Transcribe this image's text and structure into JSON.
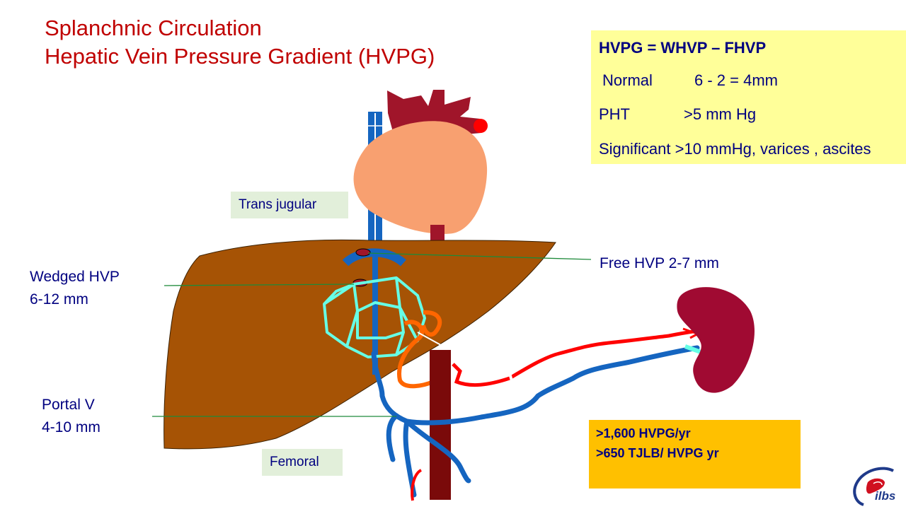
{
  "title": {
    "line1": "Splanchnic Circulation",
    "line2": "Hepatic Vein Pressure Gradient (HVPG)"
  },
  "info_box": {
    "formula": "HVPG =  WHVP – FHVP",
    "normal_label": "Normal",
    "normal_value": "6 - 2 = 4mm",
    "pht_label": "PHT",
    "pht_value": ">5 mm Hg",
    "significant": "Significant >10 mmHg, varices , ascites"
  },
  "labels": {
    "trans_jugular": "Trans jugular",
    "free_hvp": "Free HVP 2-7 mm",
    "wedged_hvp_line1": "Wedged HVP",
    "wedged_hvp_line2": "6-12 mm",
    "portal_v_line1": "Portal V",
    "portal_v_line2": "4-10 mm",
    "femoral": "Femoral"
  },
  "stats_box": {
    "line1": ">1,600  HVPG/yr",
    "line2": ">650 TJLB/ HVPG  yr"
  },
  "logo": {
    "text": "ilbs"
  },
  "colors": {
    "title": "#c00000",
    "text_navy": "#000080",
    "liver": "#a65305",
    "heart": "#f8a070",
    "aorta": "#a0152a",
    "vein_blue": "#1565c0",
    "artery_red": "#ff0000",
    "sinusoid_cyan": "#66ffe6",
    "orange_vessel": "#ff6600",
    "spleen": "#a00a32",
    "ivc_dark": "#7a0a0a",
    "info_bg": "#ffff99",
    "stats_bg": "#ffc000",
    "label_bg": "#e2efda"
  }
}
